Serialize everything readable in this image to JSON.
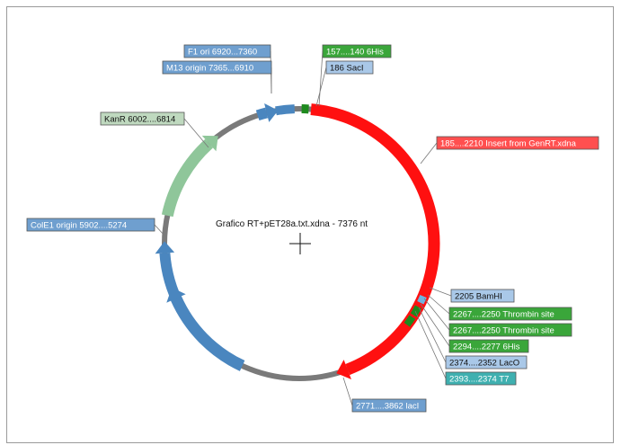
{
  "map": {
    "title": "Grafico RT+pET28a.txt.xdna - 7376 nt",
    "features": [
      {
        "id": "f1ori",
        "label": "F1 ori  6920...7360",
        "fill": "#6f9fcf",
        "text": "#ffffff"
      },
      {
        "id": "m13",
        "label": "M13 origin  7365...6910",
        "fill": "#6f9fcf",
        "text": "#ffffff"
      },
      {
        "id": "his1",
        "label": "157....140  6His",
        "fill": "#3aa63a",
        "text": "#ffffff"
      },
      {
        "id": "sacl",
        "label": "186  SacI",
        "fill": "#a9c8e8",
        "text": "#111111"
      },
      {
        "id": "kanr",
        "label": "KanR  6002....6814",
        "fill": "#bfd9bf",
        "text": "#111111"
      },
      {
        "id": "insert",
        "label": "185....2210  Insert from GenRT.xdna",
        "fill": "#ff4f4f",
        "text": "#ffffff"
      },
      {
        "id": "cole1",
        "label": "ColE1 origin  5902....5274",
        "fill": "#6f9fcf",
        "text": "#ffffff"
      },
      {
        "id": "bamhi",
        "label": "2205  BamHI",
        "fill": "#a9c8e8",
        "text": "#111111"
      },
      {
        "id": "thr1",
        "label": "2267....2250  Thrombin site",
        "fill": "#3aa63a",
        "text": "#ffffff"
      },
      {
        "id": "thr2",
        "label": "2267....2250  Thrombin site",
        "fill": "#3aa63a",
        "text": "#ffffff"
      },
      {
        "id": "his2",
        "label": "2294....2277  6His",
        "fill": "#3aa63a",
        "text": "#ffffff"
      },
      {
        "id": "laco",
        "label": "2374....2352  LacO",
        "fill": "#a9c8e8",
        "text": "#111111"
      },
      {
        "id": "t7",
        "label": "2393....2374  T7",
        "fill": "#3fb0b0",
        "text": "#ffffff"
      },
      {
        "id": "lacl",
        "label": "2771....3862  lacI",
        "fill": "#6f9fcf",
        "text": "#ffffff"
      }
    ],
    "colors": {
      "backbone": "#7a7a7a",
      "blue_feature": "#4a86bf",
      "insert": "#ff1010",
      "kanr": "#8fc69a",
      "green_feature": "#1e8a1e"
    }
  }
}
